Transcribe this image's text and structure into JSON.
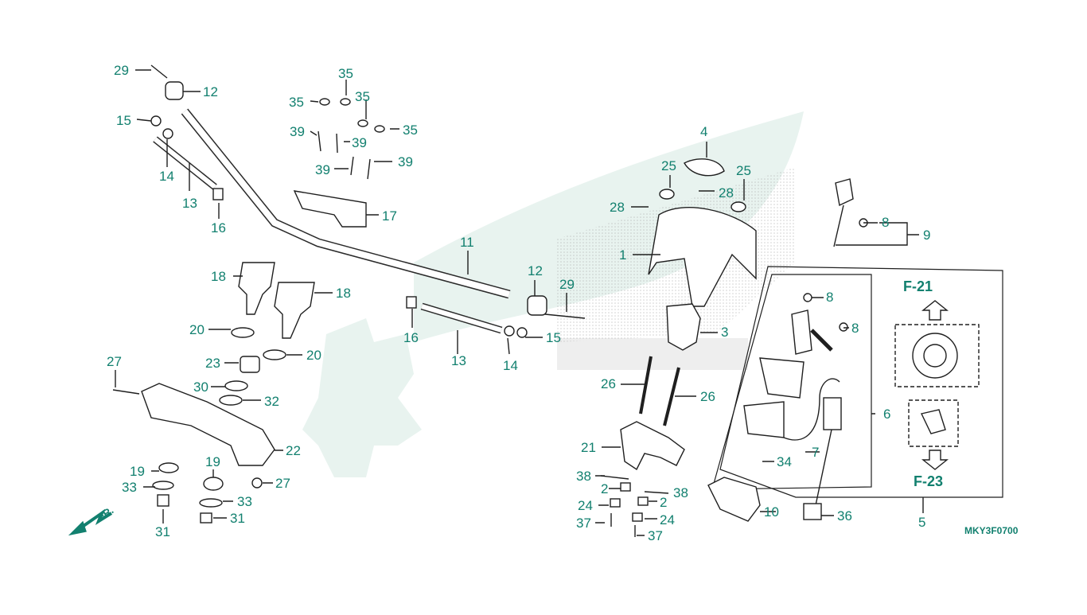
{
  "diagram": {
    "code": "MKY3F0700",
    "direction_label": "FR.",
    "refs": {
      "top": "F-21",
      "bottom": "F-23"
    },
    "callouts": [
      "29",
      "12",
      "15",
      "14",
      "13",
      "16",
      "11",
      "12",
      "29",
      "16",
      "13",
      "14",
      "15",
      "35",
      "35",
      "35",
      "35",
      "39",
      "39",
      "39",
      "39",
      "17",
      "18",
      "18",
      "20",
      "23",
      "20",
      "27",
      "30",
      "32",
      "22",
      "19",
      "33",
      "31",
      "19",
      "33",
      "31",
      "27",
      "4",
      "25",
      "25",
      "28",
      "28",
      "1",
      "3",
      "26",
      "26",
      "21",
      "38",
      "2",
      "24",
      "37",
      "38",
      "2",
      "24",
      "37",
      "8",
      "9",
      "8",
      "8",
      "6",
      "7",
      "34",
      "10",
      "36",
      "5"
    ]
  },
  "colors": {
    "line": "#1f1f1f",
    "label": "#12806f",
    "watermark": "#e8f3ef"
  }
}
